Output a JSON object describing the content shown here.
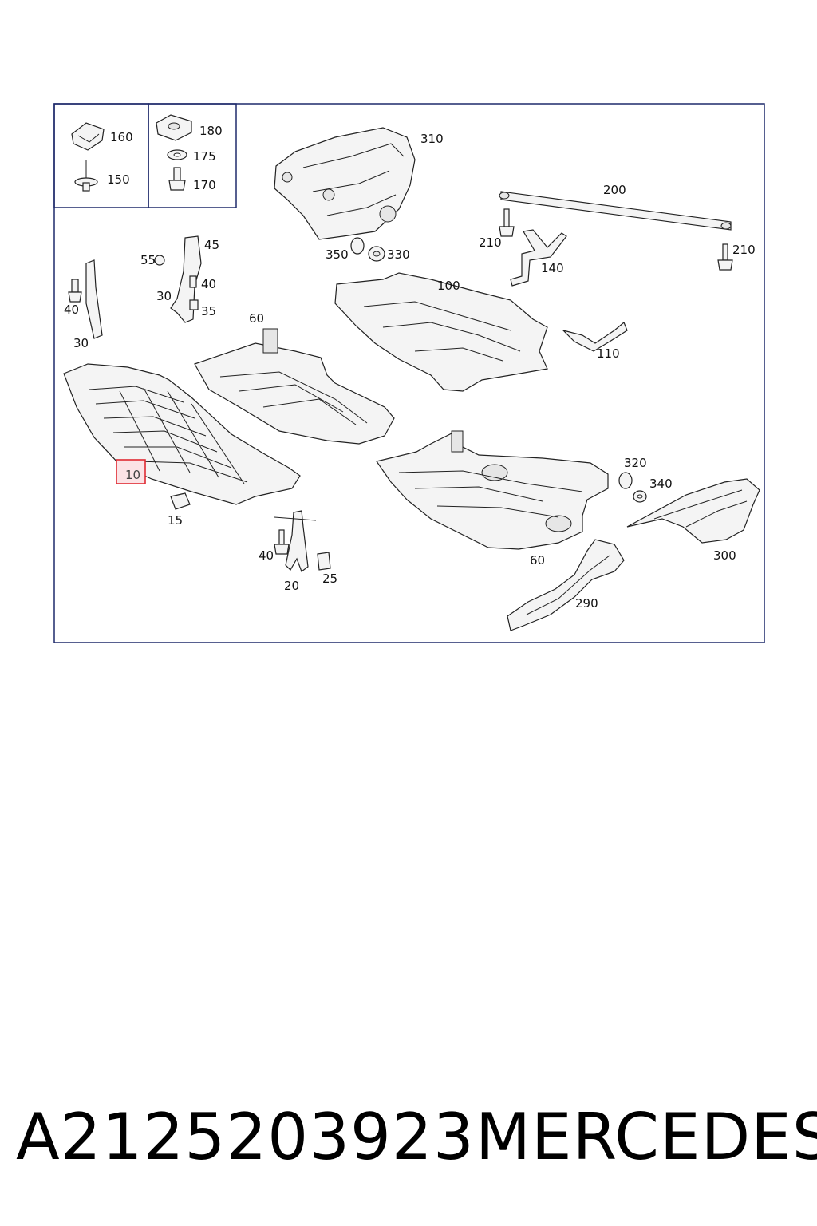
{
  "diagram": {
    "callouts": {
      "c160": "160",
      "c150": "150",
      "c180": "180",
      "c175": "175",
      "c170": "170",
      "c310": "310",
      "c350": "350",
      "c330": "330",
      "c200": "200",
      "c210a": "210",
      "c210b": "210",
      "c140": "140",
      "c55": "55",
      "c45": "45",
      "c40a": "40",
      "c30a": "30",
      "c35": "35",
      "c40b": "40",
      "c30b": "30",
      "c60a": "60",
      "c100": "100",
      "c110": "110",
      "c10": "10",
      "c15": "15",
      "c320": "320",
      "c340": "340",
      "c300": "300",
      "c60b": "60",
      "c40c": "40",
      "c20": "20",
      "c25": "25",
      "c290": "290"
    },
    "highlighted_callout": "10",
    "highlight_color": "#e02a33",
    "frame_color": "#1f2a6b"
  },
  "footer": {
    "part_number": "A2125203923",
    "brand": "MERCEDES"
  }
}
